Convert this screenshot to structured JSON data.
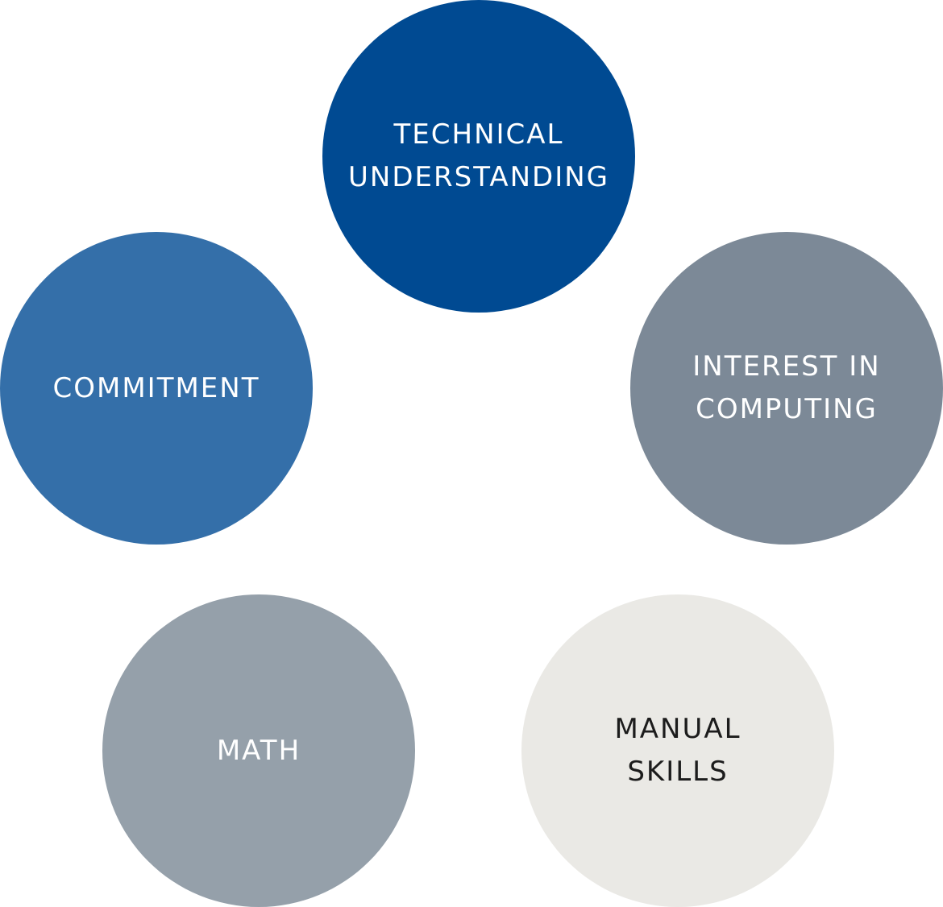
{
  "circles": {
    "technical_understanding": {
      "lines": [
        "TECHNICAL",
        "UNDERSTANDING"
      ],
      "fill": "#004a92",
      "text_color": "#ffffff"
    },
    "commitment": {
      "lines": [
        "COMMITMENT"
      ],
      "fill": "#346fa9",
      "text_color": "#ffffff"
    },
    "interest_in_computing": {
      "lines": [
        "INTEREST IN",
        "COMPUTING"
      ],
      "fill": "#7c8997",
      "text_color": "#ffffff"
    },
    "math": {
      "lines": [
        "MATH"
      ],
      "fill": "#95a0aa",
      "text_color": "#ffffff"
    },
    "manual_skills": {
      "lines": [
        "MANUAL",
        "SKILLS"
      ],
      "fill": "#eae9e5",
      "text_color": "#1c1c1c"
    }
  }
}
